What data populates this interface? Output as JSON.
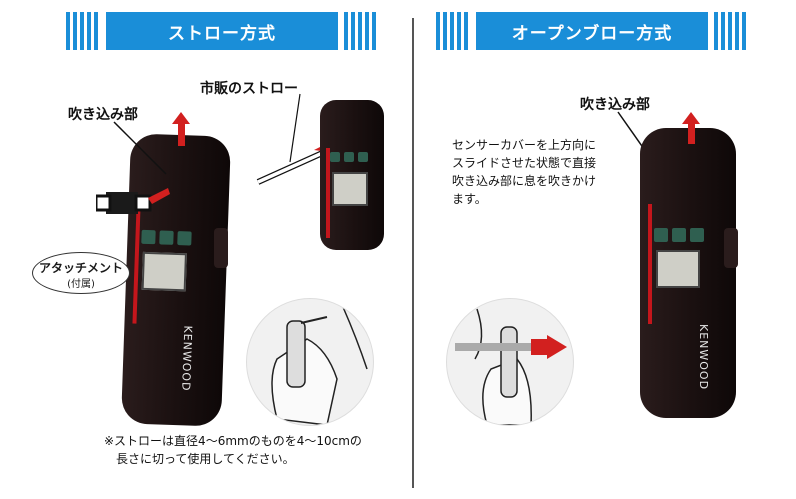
{
  "left": {
    "banner": "ストロー方式",
    "label_mouthpiece": "吹き込み部",
    "label_straw": "市販のストロー",
    "label_attachment": "アタッチメント",
    "label_attachment_sub": "(付属)",
    "note_line1": "※ストローは直径4〜6mmのものを4〜10cmの",
    "note_line2": "長さに切って使用してください。",
    "brand": "KENWOOD"
  },
  "right": {
    "banner": "オープンブロー方式",
    "label_mouthpiece": "吹き込み部",
    "desc_line1": "センサーカバーを上方向に",
    "desc_line2": "スライドさせた状態で直接",
    "desc_line3": "吹き込み部に息を吹きかけ",
    "desc_line4": "ます。",
    "brand": "KENWOOD"
  },
  "colors": {
    "accent": "#1a8ed8",
    "arrow": "#d2201f",
    "device": "#1a1010"
  }
}
